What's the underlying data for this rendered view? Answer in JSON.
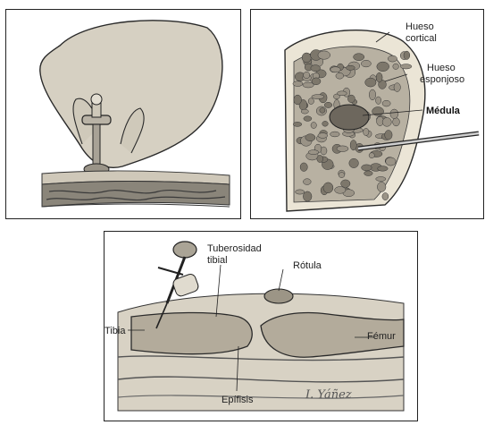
{
  "panels": {
    "insertion": {},
    "bone_section": {
      "labels": {
        "cortical": [
          "Hueso",
          "cortical"
        ],
        "spongy": [
          "Hueso",
          "esponjoso"
        ],
        "marrow": "Médula"
      }
    },
    "tibia_knee": {
      "labels": {
        "tuberosity": [
          "Tuberosidad",
          "tibial"
        ],
        "patella": "Rótula",
        "tibia": "Tibia",
        "femur": "Fémur",
        "epiphysis": "Epífisis"
      },
      "signature": "I. Yáñez"
    }
  },
  "colors": {
    "skin": "#d8d2c4",
    "bone_cortex": "#e8e2d3",
    "marrow_cell": "#8c8577",
    "tissue": "#6f6a60",
    "outline": "#2a2a2a"
  }
}
